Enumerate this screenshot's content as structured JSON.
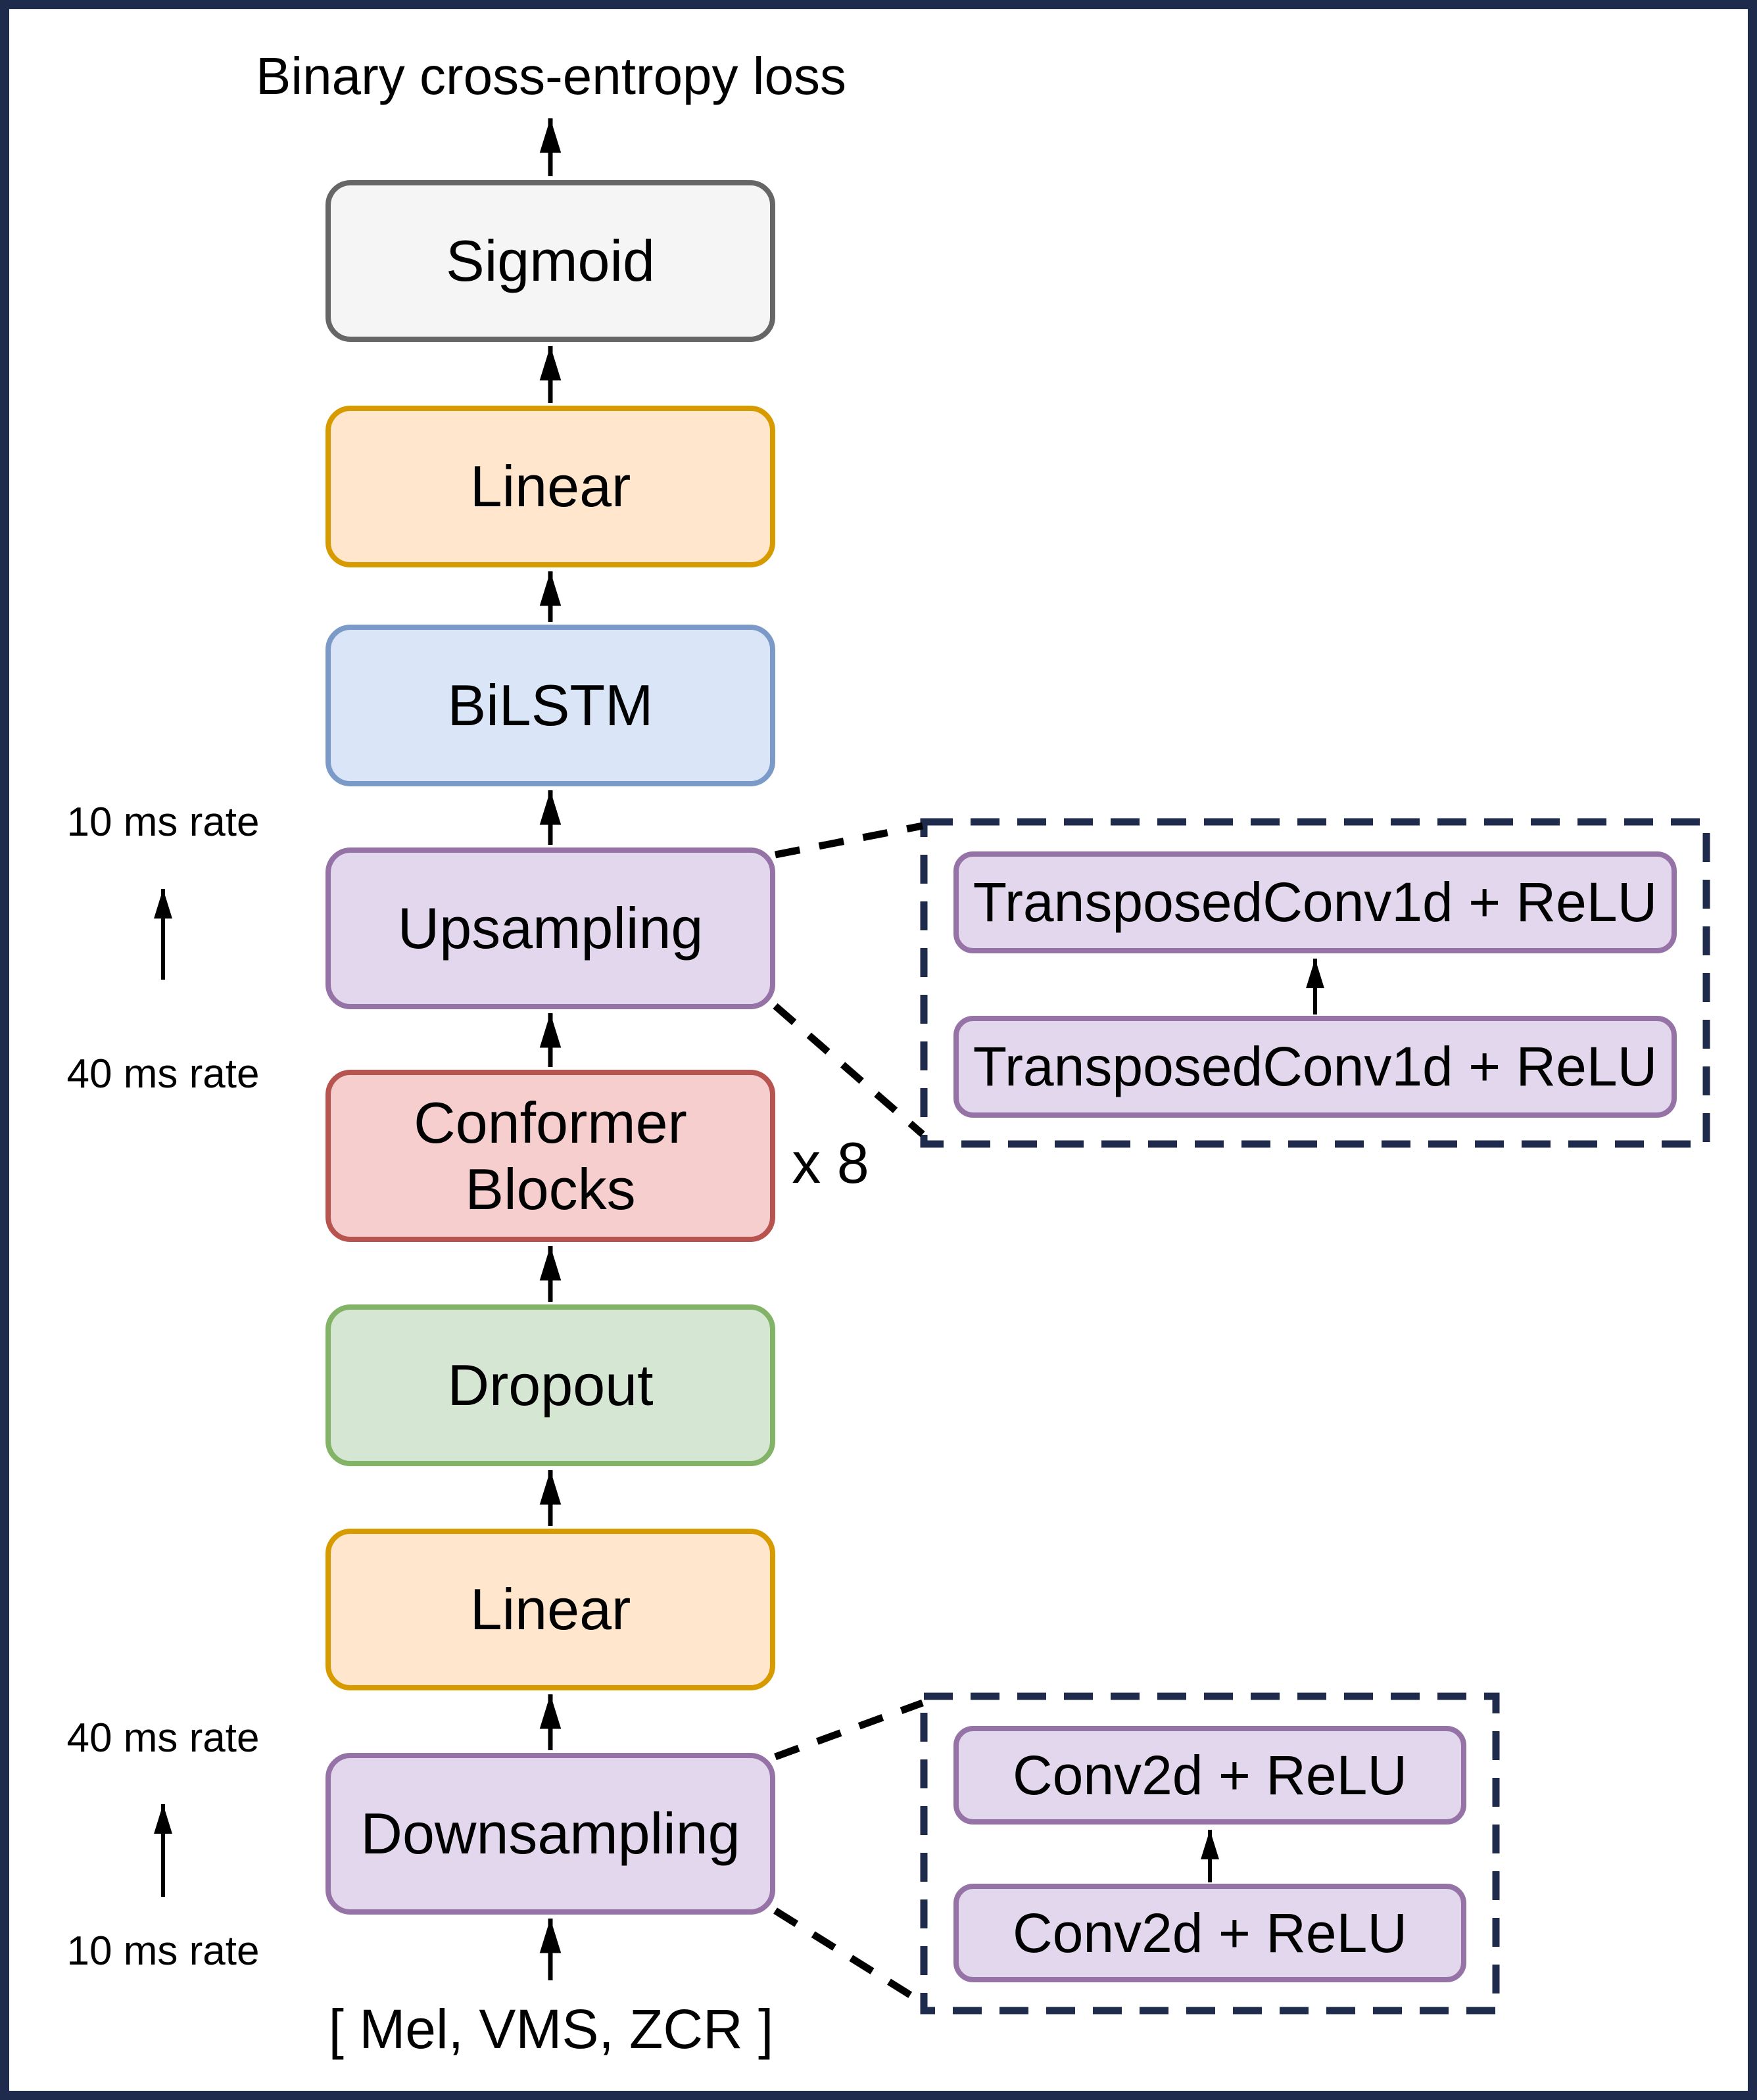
{
  "palette": {
    "frame_navy": "#1f2b4d",
    "ink": "#000000",
    "sigmoid_fill": "#f5f5f5",
    "sigmoid_stroke": "#666666",
    "linear_fill": "#ffe6cc",
    "linear_stroke": "#d79b00",
    "bilstm_fill": "#dae6f8",
    "bilstm_stroke": "#7c9ac8",
    "purple_fill": "#e2d7ec",
    "purple_stroke": "#9673a6",
    "conformer_fill": "#f6cecd",
    "conformer_stroke": "#b85450",
    "dropout_fill": "#d5e7d2",
    "dropout_stroke": "#82b366"
  },
  "title": "Binary cross-entropy loss",
  "input_label": "[ Mel, VMS, ZCR ]",
  "boxes": {
    "sigmoid": "Sigmoid",
    "linear_top": "Linear",
    "bilstm": "BiLSTM",
    "upsampling": "Upsampling",
    "conformer": "Conformer Blocks",
    "dropout": "Dropout",
    "linear_bottom": "Linear",
    "downsampling": "Downsampling"
  },
  "conformer_repeat": "x 8",
  "rates": {
    "upsampling_out": "10 ms rate",
    "upsampling_in": "40 ms rate",
    "downsampling_out": "40 ms rate",
    "downsampling_in": "10 ms rate"
  },
  "upsampling_detail": {
    "layer_top": "TransposedConv1d + ReLU",
    "layer_bottom": "TransposedConv1d + ReLU"
  },
  "downsampling_detail": {
    "layer_top": "Conv2d + ReLU",
    "layer_bottom": "Conv2d + ReLU"
  }
}
